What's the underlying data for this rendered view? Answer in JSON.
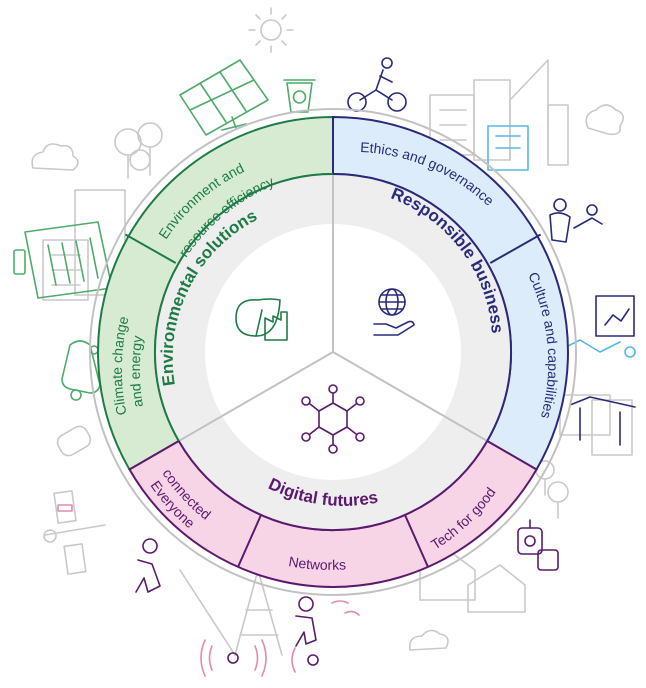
{
  "pillars": {
    "environmental": {
      "title": "Environmental solutions",
      "subs": [
        "Environment and",
        "resource efficiency",
        "Climate change",
        "and energy"
      ],
      "color": "#1e7b46",
      "fill": "#d6ebd1"
    },
    "responsible": {
      "title": "Responsible business",
      "subs": [
        "Ethics and governance",
        "Culture and capabilities"
      ],
      "color": "#2a2a7c",
      "fill": "#dcecfa"
    },
    "digital": {
      "title": "Digital futures",
      "subs": [
        "Everyone",
        "connected",
        "Networks",
        "Tech for good"
      ],
      "color": "#5b1a6e",
      "fill": "#f7d5e6"
    }
  },
  "icons": [
    "leaf-factory-icon",
    "globe-hand-icon",
    "network-hexagon-icon"
  ]
}
